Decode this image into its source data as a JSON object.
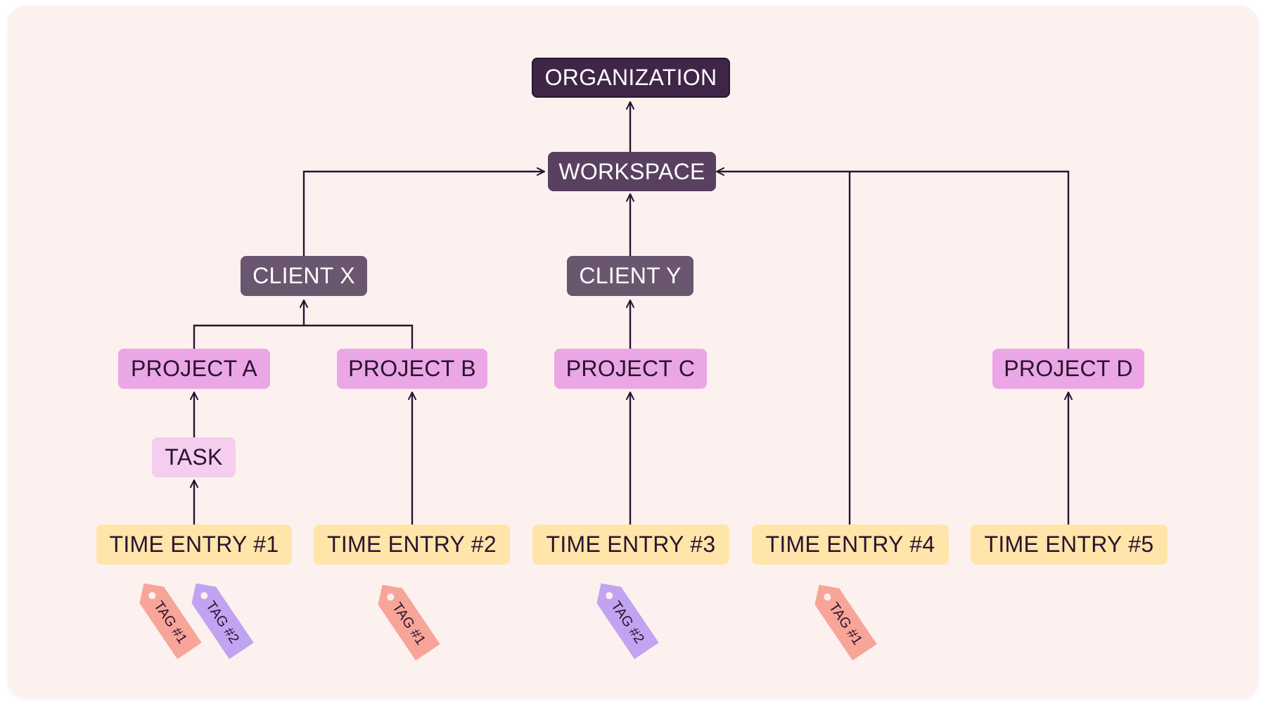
{
  "nodes": {
    "organization": "ORGANIZATION",
    "workspace": "WORKSPACE",
    "client_x": "CLIENT X",
    "client_y": "CLIENT Y",
    "project_a": "PROJECT A",
    "project_b": "PROJECT B",
    "project_c": "PROJECT C",
    "project_d": "PROJECT D",
    "task": "TASK",
    "time_entry_1": "TIME ENTRY #1",
    "time_entry_2": "TIME ENTRY #2",
    "time_entry_3": "TIME ENTRY #3",
    "time_entry_4": "TIME ENTRY #4",
    "time_entry_5": "TIME ENTRY #5"
  },
  "tags": {
    "te1_tag1": "TAG #1",
    "te1_tag2": "TAG #2",
    "te2_tag1": "TAG #1",
    "te3_tag2": "TAG #2",
    "te4_tag1": "TAG #1"
  },
  "edges": [
    {
      "from": "workspace",
      "to": "organization"
    },
    {
      "from": "client_x",
      "to": "workspace"
    },
    {
      "from": "client_y",
      "to": "workspace"
    },
    {
      "from": "time_entry_4",
      "to": "workspace"
    },
    {
      "from": "project_d",
      "to": "workspace"
    },
    {
      "from": "project_a",
      "to": "client_x"
    },
    {
      "from": "project_b",
      "to": "client_x"
    },
    {
      "from": "project_c",
      "to": "client_y"
    },
    {
      "from": "task",
      "to": "project_a"
    },
    {
      "from": "time_entry_1",
      "to": "task"
    },
    {
      "from": "time_entry_2",
      "to": "project_b"
    },
    {
      "from": "time_entry_3",
      "to": "project_c"
    },
    {
      "from": "time_entry_5",
      "to": "project_d"
    }
  ],
  "colors": {
    "organization": "#3f2648",
    "workspace": "#5a4060",
    "client": "#6a566e",
    "project": "#eba6e5",
    "task": "#f5cdef",
    "time_entry": "#ffe5a9",
    "tag_1": "#f7a598",
    "tag_2": "#c2a3f2",
    "line": "#2a1330",
    "background": "#fcf1ee"
  }
}
